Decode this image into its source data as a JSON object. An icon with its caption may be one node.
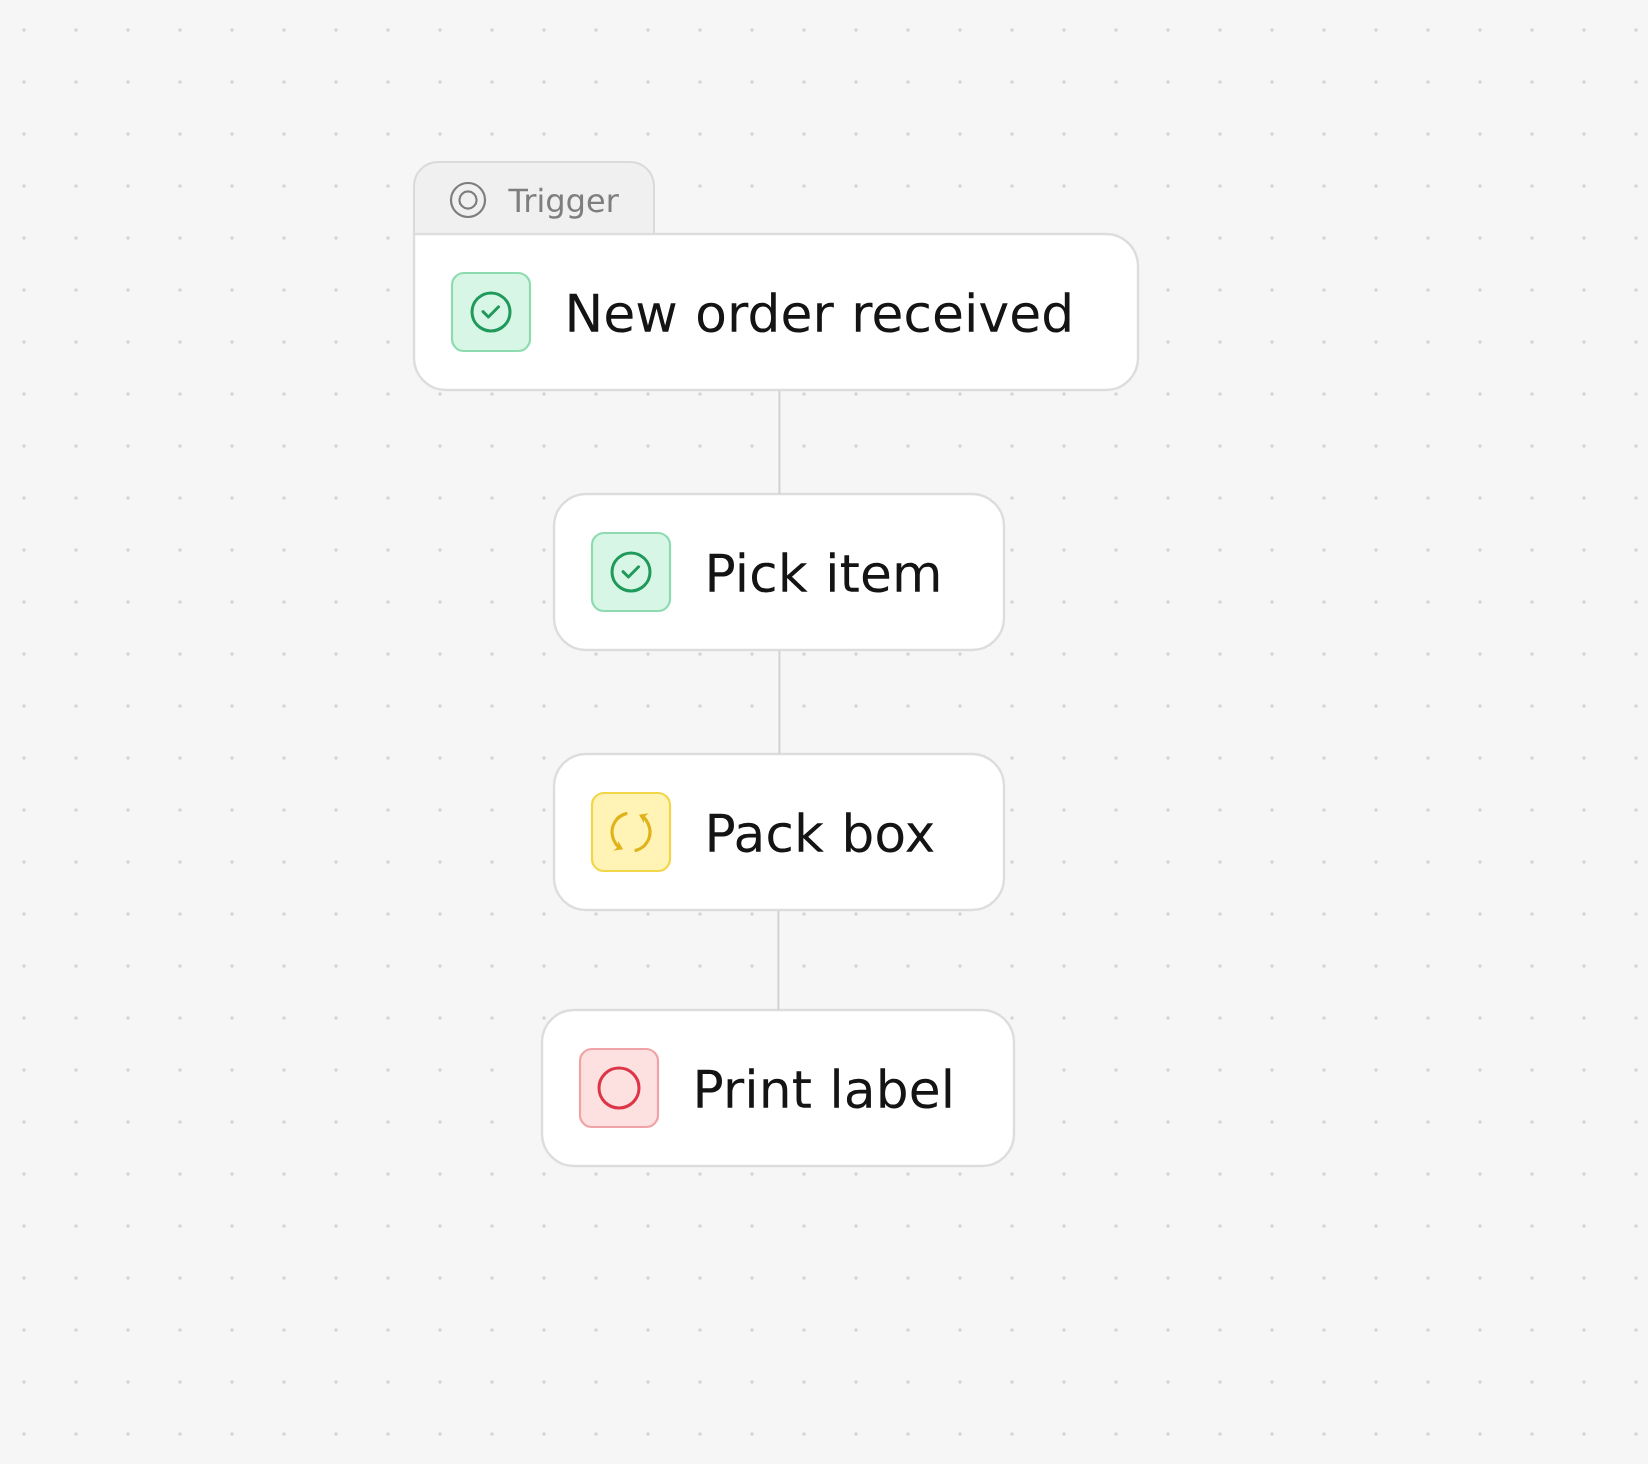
{
  "diagram": {
    "nodes": [
      {
        "text": [
          "Trigger",
          "New order received"
        ]
      },
      {
        "text": [
          "Pick item"
        ]
      },
      {
        "text": [
          "Pack box"
        ]
      },
      {
        "text": [
          "Print label"
        ]
      }
    ],
    "edges": [
      {
        "from": 0,
        "to": 1,
        "arrow": "none"
      },
      {
        "from": 1,
        "to": 2,
        "arrow": "none"
      },
      {
        "from": 2,
        "to": 3,
        "arrow": "none"
      }
    ]
  }
}
